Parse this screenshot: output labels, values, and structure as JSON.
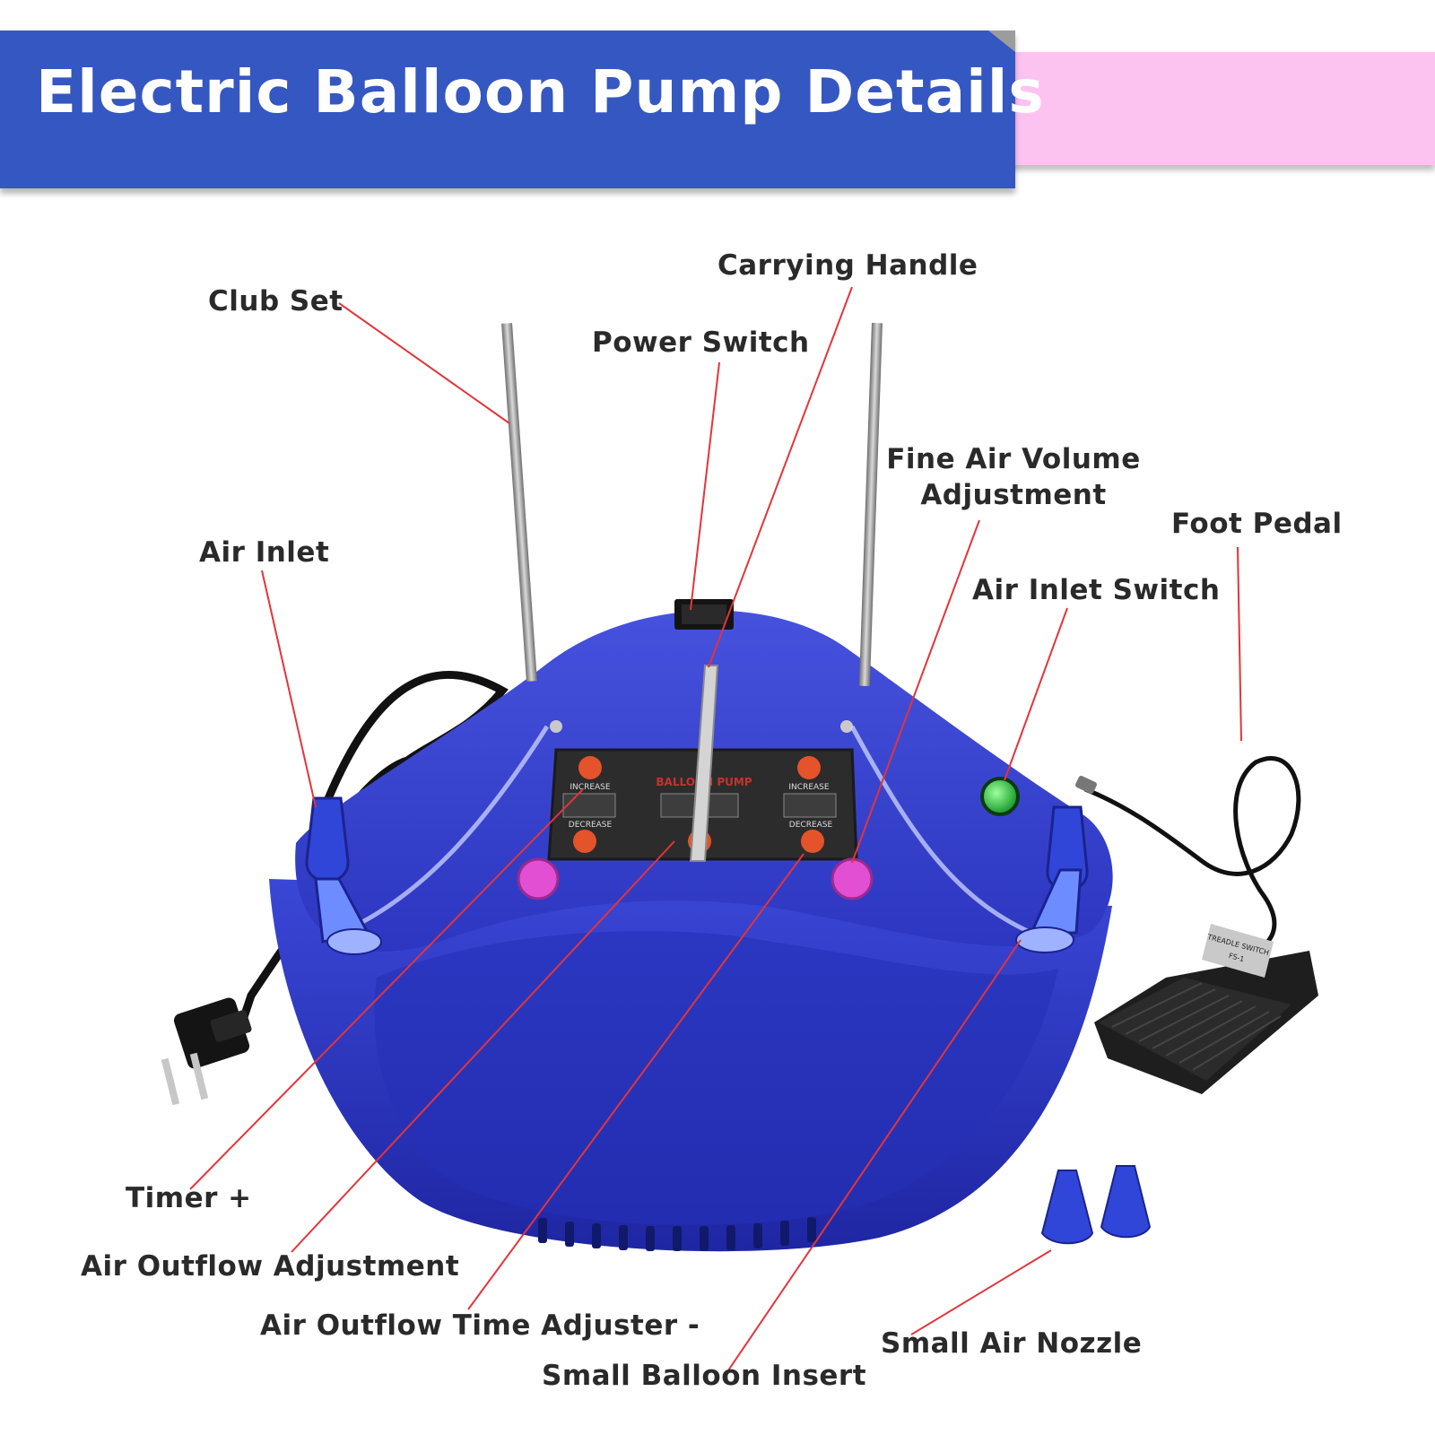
{
  "header": {
    "title": "Electric Balloon Pump Details",
    "colors": {
      "banner": "#3457c1",
      "accent": "#fcc3f0",
      "leader": "#e3343a",
      "pump_body": "#2a35c2"
    }
  },
  "labels": {
    "club_set": "Club Set",
    "carrying_handle": "Carrying Handle",
    "power_switch": "Power Switch",
    "fine_air_volume_line1": "Fine Air Volume",
    "fine_air_volume_line2": "Adjustment",
    "foot_pedal": "Foot Pedal",
    "air_inlet": "Air Inlet",
    "air_inlet_switch": "Air Inlet Switch",
    "timer_plus": "Timer +",
    "air_outflow_adjustment": "Air Outflow Adjustment",
    "air_outflow_time_adjuster": "Air Outflow Time Adjuster  -",
    "small_balloon_insert": "Small Balloon Insert",
    "small_air_nozzle": "Small Air Nozzle"
  },
  "device": {
    "panel_brand": "BALLOON PUMP",
    "increase": "INCREASE",
    "decrease": "DECREASE",
    "pedal_text": "TREADLE SWITCH",
    "pedal_model": "FS-1"
  }
}
